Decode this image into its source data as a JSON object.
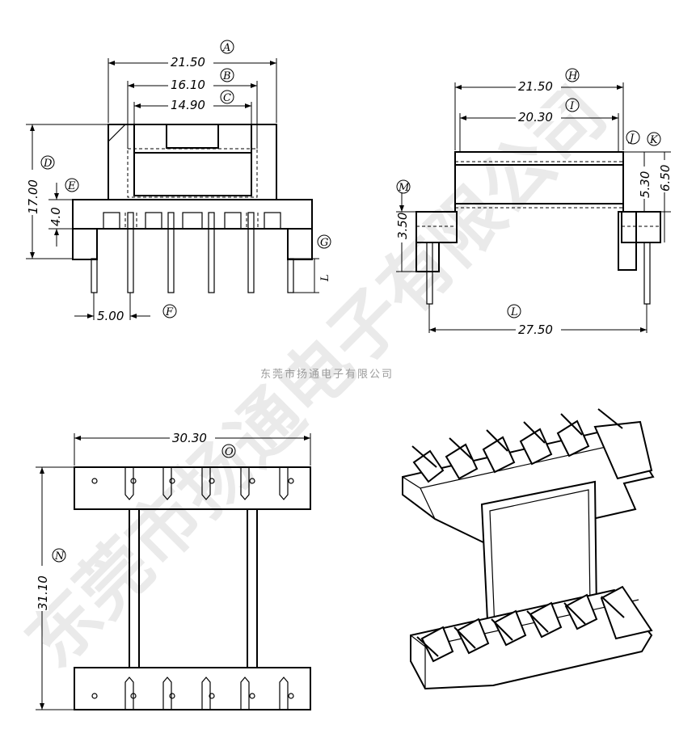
{
  "dimensions": {
    "top_width_overall": "21.50",
    "top_width_inner": "16.10",
    "top_width_window": "14.90",
    "height_total": "17.00",
    "base_height": "4.0",
    "pin_pitch": "5.00",
    "side_width": "21.50",
    "side_inner_width": "20.30",
    "side_flange_a": "5.30",
    "side_flange_b": "6.50",
    "side_step": "3.50",
    "side_pin_span": "27.50",
    "plan_width": "30.30",
    "plan_length": "31.10"
  },
  "labels": [
    "A",
    "B",
    "C",
    "D",
    "E",
    "F",
    "G",
    "L",
    "H",
    "I",
    "J",
    "K",
    "M",
    "L",
    "O",
    "N"
  ],
  "caption": "东莞市扬通电子有限公司",
  "watermark": "东莞市扬通电子有限公司"
}
